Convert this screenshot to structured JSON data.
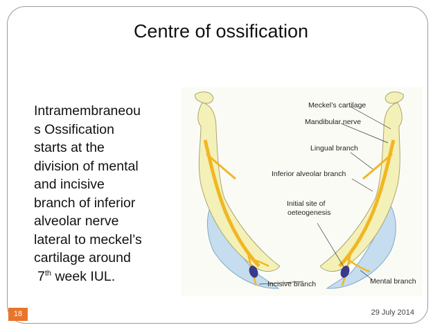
{
  "slide": {
    "title": "Centre of ossification",
    "body_lines": [
      "Intramembraneou",
      "s Ossification",
      "starts at the",
      "division of mental",
      "and incisive",
      "branch of inferior",
      "alveolar nerve",
      "lateral to meckel’s",
      "cartilage around"
    ],
    "last_line": {
      "number": "7",
      "sup": "th",
      "text": " week IUL."
    },
    "figure": {
      "labels": {
        "meckels": "Meckel’s cartilage",
        "mandibular": "Mandibular nerve",
        "lingual": "Lingual branch",
        "inferior_alveolar": "Inferior alveolar branch",
        "initial_site_1": "Initial site of",
        "initial_site_2": "oeteogenesis",
        "incisive": "Incisive branch",
        "mental": "Mental branch"
      },
      "colors": {
        "cartilage": "#f3f1b8",
        "nerve": "#f2b624",
        "bone": "#c5ddee",
        "center": "#3a3a8a"
      }
    },
    "footer": {
      "number": "18",
      "date": "29 July 2014"
    },
    "colors": {
      "number_badge": "#e9742c",
      "border": "#9a9a9a"
    }
  }
}
